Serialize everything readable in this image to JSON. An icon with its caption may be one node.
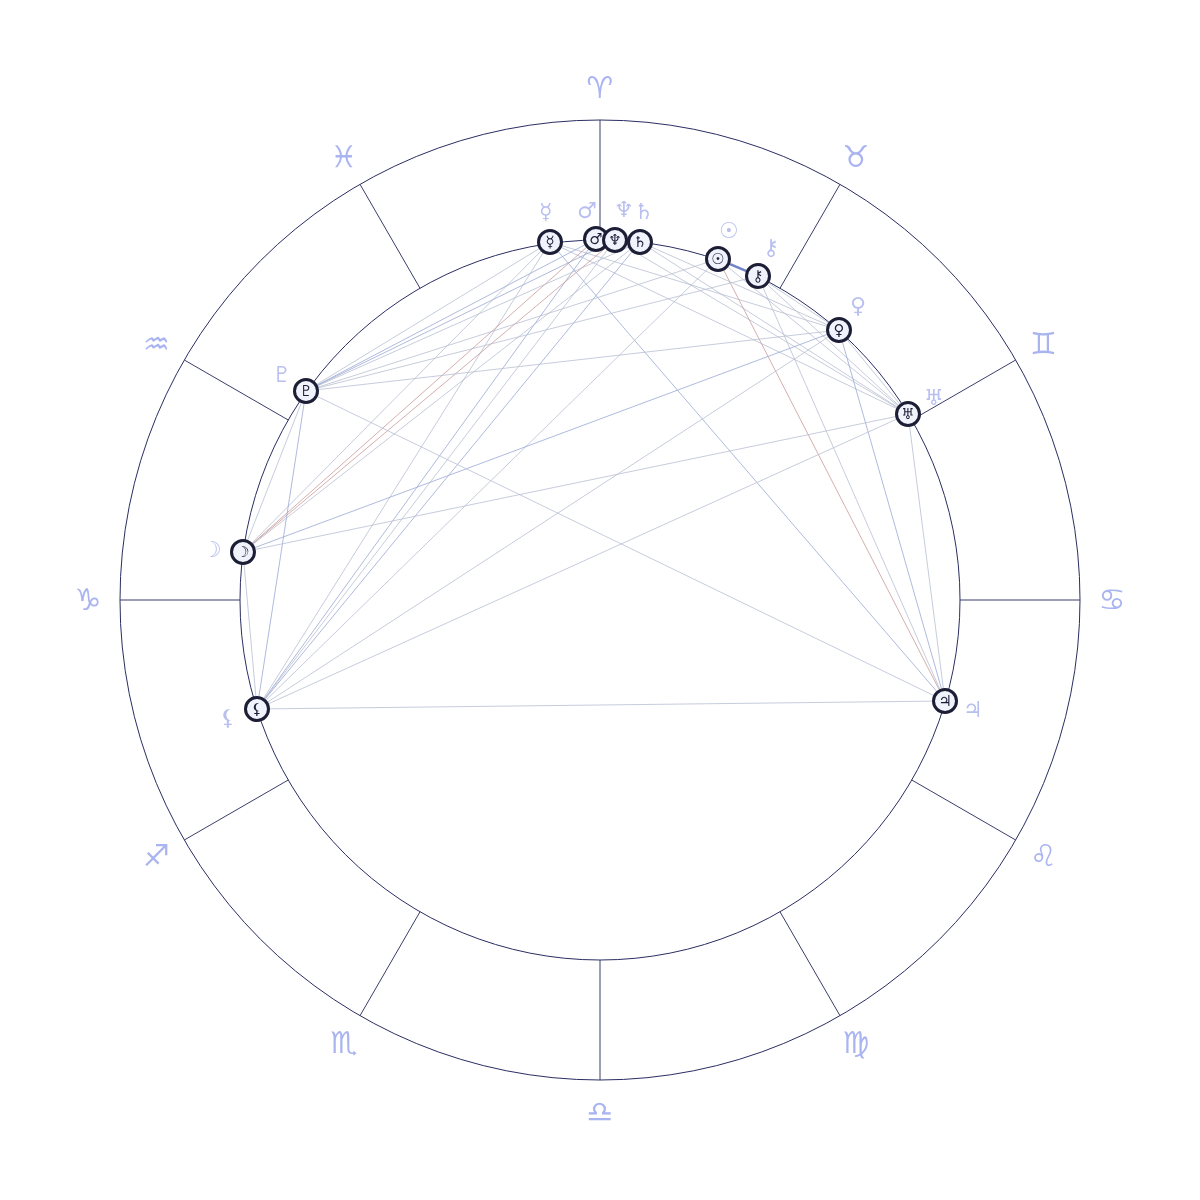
{
  "diagram": {
    "nodes": [
      {
        "text": [
          "☿"
        ],
        "beside": [
          "☿"
        ]
      },
      {
        "text": [
          "♂"
        ],
        "beside": [
          "♂"
        ]
      },
      {
        "text": [
          "♆"
        ],
        "beside": [
          "♆"
        ]
      },
      {
        "text": [
          "♄"
        ],
        "beside": [
          "♄"
        ]
      },
      {
        "text": [
          "☉"
        ],
        "beside": [
          "☉"
        ]
      },
      {
        "text": [
          "⚷"
        ],
        "beside": [
          "⚷"
        ]
      },
      {
        "text": [
          "♀"
        ],
        "beside": [
          "♀"
        ]
      },
      {
        "text": [
          "♇"
        ],
        "beside": [
          "♇"
        ]
      },
      {
        "text": [
          "♅"
        ],
        "beside": [
          "♅"
        ]
      },
      {
        "text": [
          "☽"
        ],
        "beside": [
          "☽"
        ]
      },
      {
        "text": [
          "♃"
        ],
        "beside": [
          "♃"
        ]
      },
      {
        "text": [
          "⚸"
        ],
        "beside": [
          "⚸"
        ]
      }
    ],
    "edges": [
      {
        "from": 0,
        "to": 6,
        "arrow": "none"
      },
      {
        "from": 0,
        "to": 8,
        "arrow": "none"
      },
      {
        "from": 0,
        "to": 10,
        "arrow": "none",
        "color": "#9aa8d4"
      },
      {
        "from": 0,
        "to": 7,
        "arrow": "none"
      },
      {
        "from": 0,
        "to": 9,
        "arrow": "none"
      },
      {
        "from": 0,
        "to": 11,
        "arrow": "none"
      },
      {
        "from": 1,
        "to": 7,
        "arrow": "none",
        "color": "#9aa8d4"
      },
      {
        "from": 1,
        "to": 9,
        "arrow": "none",
        "color": "#c99a9a"
      },
      {
        "from": 1,
        "to": 11,
        "arrow": "none",
        "color": "#9aa8d4"
      },
      {
        "from": 2,
        "to": 8,
        "arrow": "none"
      },
      {
        "from": 2,
        "to": 7,
        "arrow": "none",
        "color": "#9aa8d4"
      },
      {
        "from": 2,
        "to": 9,
        "arrow": "none",
        "color": "#c99a9a"
      },
      {
        "from": 2,
        "to": 11,
        "arrow": "none"
      },
      {
        "from": 3,
        "to": 6,
        "arrow": "none"
      },
      {
        "from": 3,
        "to": 8,
        "arrow": "none"
      },
      {
        "from": 3,
        "to": 7,
        "arrow": "none"
      },
      {
        "from": 3,
        "to": 9,
        "arrow": "none"
      },
      {
        "from": 3,
        "to": 11,
        "arrow": "none",
        "color": "#9aa8d4"
      },
      {
        "from": 4,
        "to": 5,
        "arrow": "none",
        "style": "thick",
        "color": "#7083c8"
      },
      {
        "from": 4,
        "to": 8,
        "arrow": "none"
      },
      {
        "from": 4,
        "to": 7,
        "arrow": "none"
      },
      {
        "from": 4,
        "to": 10,
        "arrow": "none",
        "color": "#c99a9a"
      },
      {
        "from": 4,
        "to": 11,
        "arrow": "none"
      },
      {
        "from": 5,
        "to": 6,
        "arrow": "none"
      },
      {
        "from": 5,
        "to": 8,
        "arrow": "none"
      },
      {
        "from": 5,
        "to": 7,
        "arrow": "none"
      },
      {
        "from": 5,
        "to": 10,
        "arrow": "none"
      },
      {
        "from": 6,
        "to": 8,
        "arrow": "none"
      },
      {
        "from": 6,
        "to": 7,
        "arrow": "none"
      },
      {
        "from": 6,
        "to": 9,
        "arrow": "none",
        "color": "#9aa8d4"
      },
      {
        "from": 6,
        "to": 10,
        "arrow": "none",
        "color": "#9aa8d4"
      },
      {
        "from": 6,
        "to": 11,
        "arrow": "none"
      },
      {
        "from": 7,
        "to": 10,
        "arrow": "none"
      },
      {
        "from": 7,
        "to": 9,
        "arrow": "none"
      },
      {
        "from": 7,
        "to": 11,
        "arrow": "none",
        "color": "#9aa8d4"
      },
      {
        "from": 8,
        "to": 9,
        "arrow": "none"
      },
      {
        "from": 8,
        "to": 10,
        "arrow": "none"
      },
      {
        "from": 8,
        "to": 11,
        "arrow": "none"
      },
      {
        "from": 9,
        "to": 11,
        "arrow": "none"
      },
      {
        "from": 10,
        "to": 11,
        "arrow": "none"
      }
    ],
    "labels": [
      "♈",
      "♉",
      "♊",
      "♋",
      "♌",
      "♍",
      "♎",
      "♏",
      "♐",
      "♑",
      "♒",
      "♓"
    ]
  }
}
